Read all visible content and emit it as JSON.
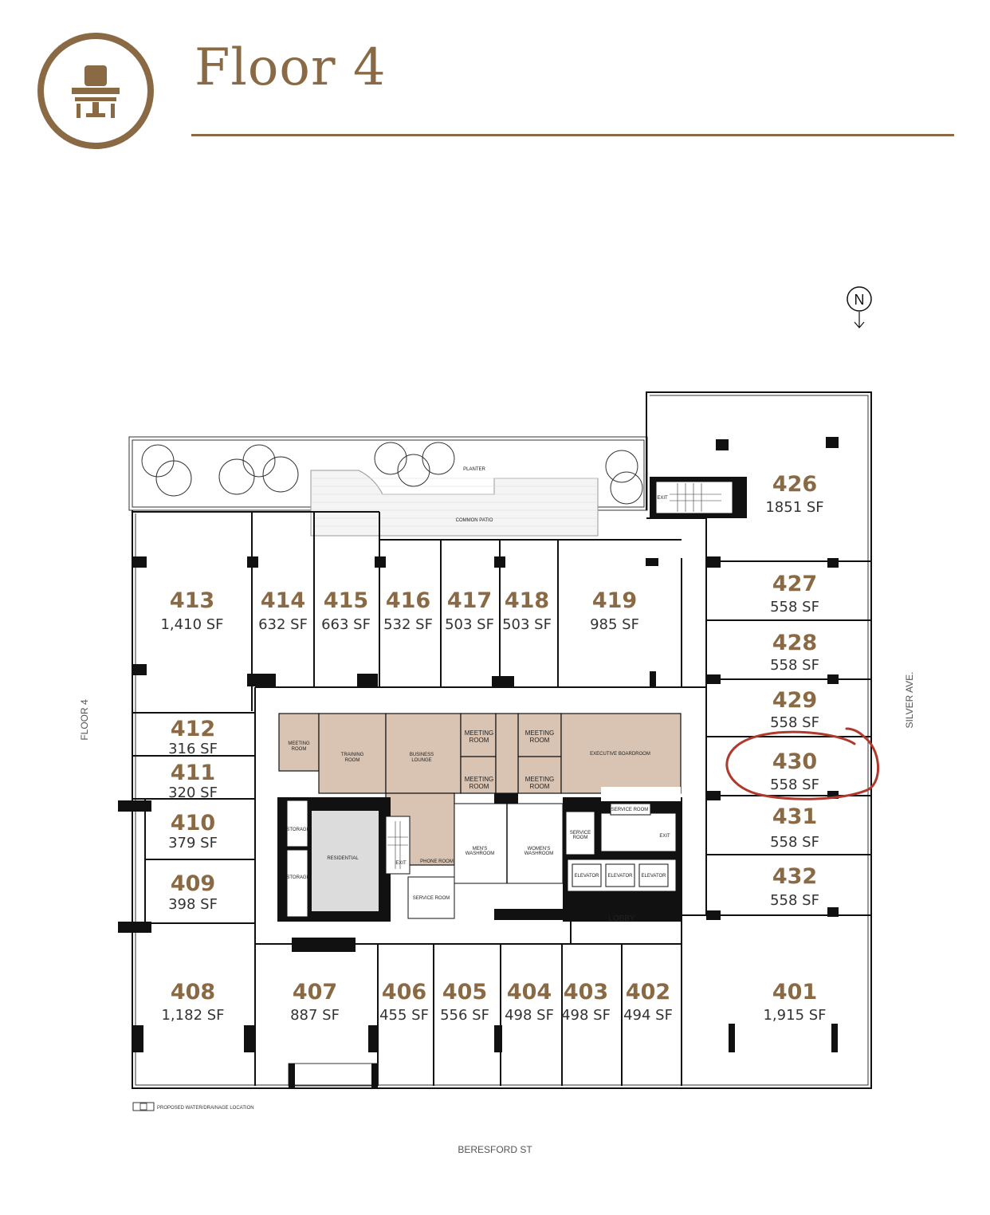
{
  "header": {
    "title": "Floor 4",
    "icon": "desk-chair-icon",
    "accent_color": "#8a6a45"
  },
  "compass": {
    "label": "N"
  },
  "streets": {
    "bottom": "BERESFORD ST",
    "right": "SILVER AVE.",
    "left": "FLOOR 4"
  },
  "legend": {
    "label": "PROPOSED WATER/DRAINAGE LOCATION"
  },
  "patio": {
    "planter_label": "PLANTER",
    "patio_label": "COMMON PATIO"
  },
  "units": [
    {
      "number": "401",
      "area": "1,915 SF"
    },
    {
      "number": "402",
      "area": "494 SF"
    },
    {
      "number": "403",
      "area": "498 SF"
    },
    {
      "number": "404",
      "area": "498 SF"
    },
    {
      "number": "405",
      "area": "556 SF"
    },
    {
      "number": "406",
      "area": "455 SF"
    },
    {
      "number": "407",
      "area": "887 SF"
    },
    {
      "number": "408",
      "area": "1,182 SF"
    },
    {
      "number": "409",
      "area": "398 SF"
    },
    {
      "number": "410",
      "area": "379 SF"
    },
    {
      "number": "411",
      "area": "320 SF"
    },
    {
      "number": "412",
      "area": "316 SF"
    },
    {
      "number": "413",
      "area": "1,410 SF"
    },
    {
      "number": "414",
      "area": "632 SF"
    },
    {
      "number": "415",
      "area": "663 SF"
    },
    {
      "number": "416",
      "area": "532 SF"
    },
    {
      "number": "417",
      "area": "503 SF"
    },
    {
      "number": "418",
      "area": "503 SF"
    },
    {
      "number": "419",
      "area": "985 SF"
    },
    {
      "number": "426",
      "area": "1851 SF"
    },
    {
      "number": "427",
      "area": "558 SF"
    },
    {
      "number": "428",
      "area": "558 SF"
    },
    {
      "number": "429",
      "area": "558 SF"
    },
    {
      "number": "430",
      "area": "558 SF"
    },
    {
      "number": "431",
      "area": "558 SF"
    },
    {
      "number": "432",
      "area": "558 SF"
    }
  ],
  "amenities": {
    "meeting_room_a": [
      "MEETING",
      "ROOM"
    ],
    "training_room": [
      "TRAINING",
      "ROOM"
    ],
    "business_lounge": [
      "BUSINESS",
      "LOUNGE"
    ],
    "meeting_room_b": [
      "MEETING",
      "ROOM"
    ],
    "meeting_room_c": [
      "MEETING",
      "ROOM"
    ],
    "meeting_room_d": [
      "MEETING",
      "ROOM"
    ],
    "meeting_room_e": [
      "MEETING",
      "ROOM"
    ],
    "executive_boardroom": "EXECUTIVE BOARDROOM"
  },
  "core": {
    "residential": "RESIDENTIAL",
    "storage_1": "STORAGE",
    "storage_2": "STORAGE",
    "exit_1": "EXIT",
    "exit_2": "EXIT",
    "exit_3": "EXIT",
    "phone_room": "PHONE ROOM",
    "service_room_1": "SERVICE ROOM",
    "service_room_2": "SERVICE ROOM",
    "service_room_3": [
      "SERVICE",
      "ROOM"
    ],
    "mens_washroom": [
      "MEN'S",
      "WASHROOM"
    ],
    "womens_washroom": [
      "WOMEN'S",
      "WASHROOM"
    ],
    "elevator_1": "ELEVATOR",
    "elevator_2": "ELEVATOR",
    "elevator_3": "ELEVATOR",
    "lobby": "LOBBY"
  },
  "annotation": {
    "highlighted_unit": "430",
    "stroke_color": "#b0382c"
  }
}
